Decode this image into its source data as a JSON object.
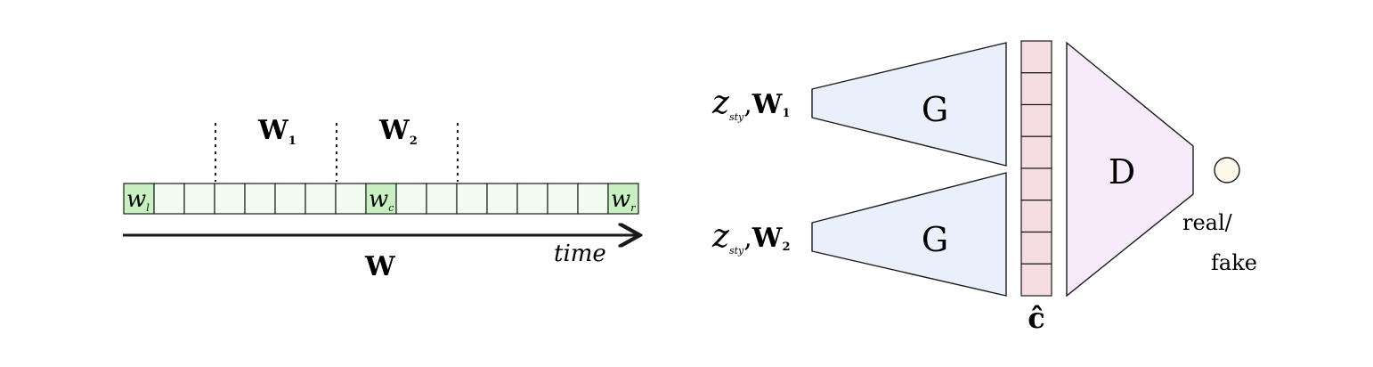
{
  "sequence": {
    "total_cells": 17,
    "highlighted_cells": [
      0,
      8,
      16
    ],
    "cell_labels": [
      "w",
      "w",
      "w"
    ],
    "cell_label_subs": [
      "l",
      "c",
      "r"
    ],
    "window_labels": [
      "W",
      "W"
    ],
    "window_label_subs": [
      "1",
      "2"
    ],
    "axis_label": "time",
    "sequence_label": "W"
  },
  "model": {
    "generators": [
      {
        "label": "G",
        "input_z": "z",
        "input_z_sub": "sty",
        "input_w": "W",
        "input_w_sub": "1"
      },
      {
        "label": "G",
        "input_z": "z",
        "input_z_sub": "sty",
        "input_w": "W",
        "input_w_sub": "2"
      }
    ],
    "concat_label": "ĉ",
    "concat_cells": 8,
    "discriminator_label": "D",
    "output_label_line1": "real/",
    "output_label_line2": "fake"
  },
  "colors": {
    "cell_fill": "#f2fbf0",
    "cell_highlight": "#c8f0c0",
    "generator_fill": "#e9effb",
    "concat_fill": "#f5dde2",
    "discriminator_fill": "#f6eafb",
    "output_fill": "#fdf8e8",
    "stroke": "#1a1a1a"
  }
}
